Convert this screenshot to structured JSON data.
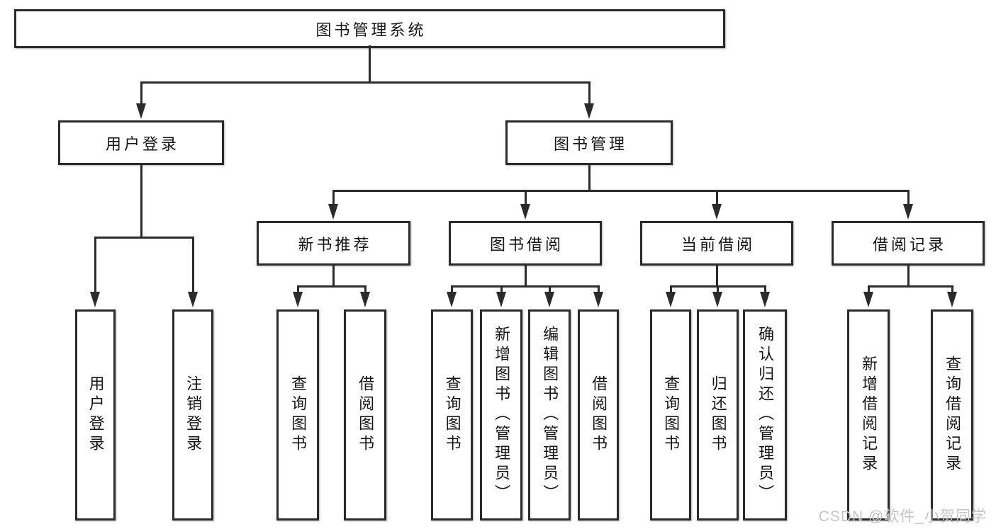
{
  "colors": {
    "stroke": "#2b2b2b",
    "text": "#161616",
    "watermark": "#c5c5c5",
    "bg": "#ffffff"
  },
  "watermark": {
    "text": "CSDN @软件_小贺同学"
  },
  "tree": {
    "root": {
      "label": "图书管理系统",
      "children": [
        {
          "label": "用户登录",
          "children": [
            {
              "label": "用户登录"
            },
            {
              "label": "注销登录"
            }
          ]
        },
        {
          "label": "图书管理",
          "children": [
            {
              "label": "新书推荐",
              "children": [
                {
                  "label": "查询图书"
                },
                {
                  "label": "借阅图书"
                }
              ]
            },
            {
              "label": "图书借阅",
              "children": [
                {
                  "label": "查询图书"
                },
                {
                  "label": "新增图书（管理员）"
                },
                {
                  "label": "编辑图书（管理员）"
                },
                {
                  "label": "借阅图书"
                }
              ]
            },
            {
              "label": "当前借阅",
              "children": [
                {
                  "label": "查询图书"
                },
                {
                  "label": "归还图书"
                },
                {
                  "label": "确认归还（管理员）"
                }
              ]
            },
            {
              "label": "借阅记录",
              "children": [
                {
                  "label": "新增借阅记录"
                },
                {
                  "label": "查询借阅记录"
                }
              ]
            }
          ]
        }
      ]
    }
  }
}
